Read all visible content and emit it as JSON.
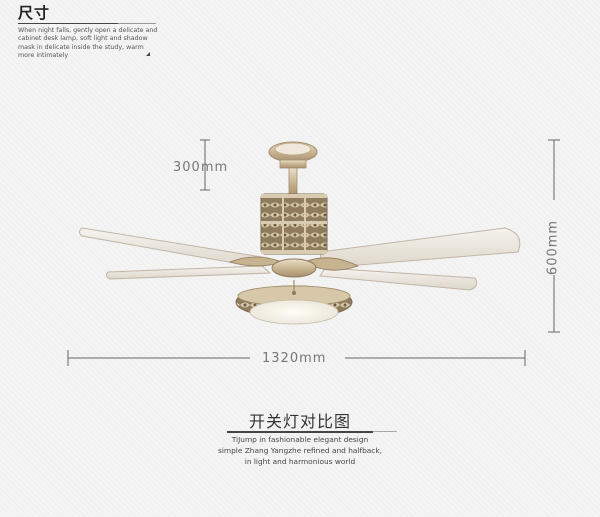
{
  "header": {
    "title": "尺寸",
    "description": "When night falls, gently open a delicate and cabinet desk lamp, soft light and shadow mask in delicate inside the study, warm more intimately"
  },
  "dimensions": {
    "height_rod": "300mm",
    "total_height": "600mm",
    "span": "1320mm"
  },
  "footer": {
    "title": "开关灯对比图",
    "line1": "TiJump in fashionable elegant design",
    "line2": "simple Zhang Yangzhe refined and halfback,",
    "line3": "in light and harmonious world"
  }
}
